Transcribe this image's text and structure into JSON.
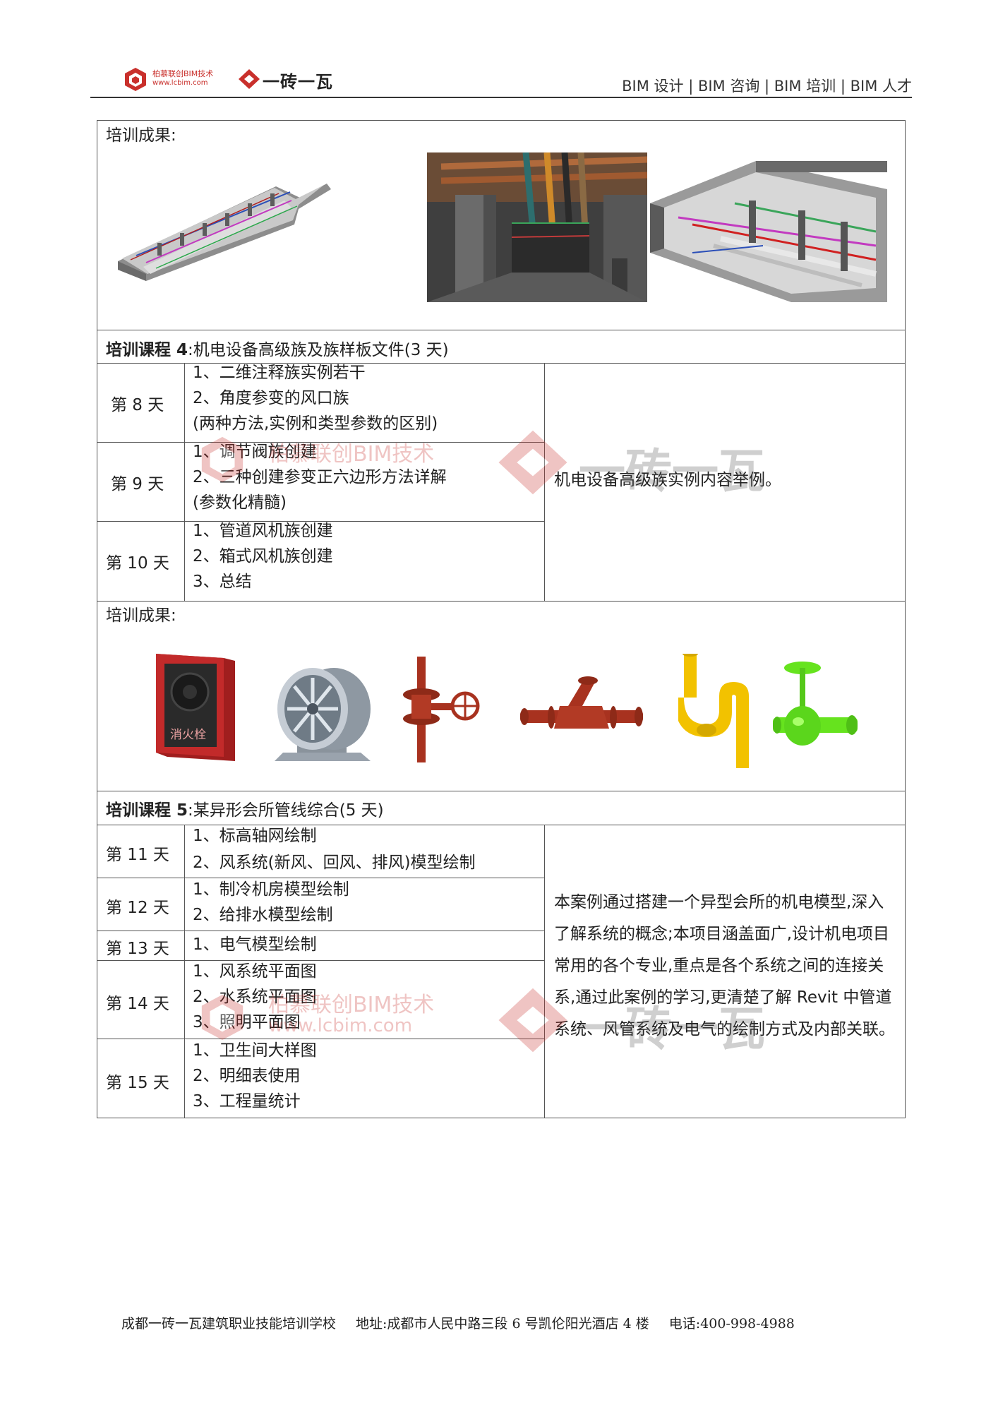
{
  "header": {
    "logo1_name": "柏慕联创BIM技术",
    "logo1_url": "www.lcbim.com",
    "logo2_name": "一砖一瓦",
    "tagline": "BIM 设计 | BIM 咨询 | BIM 培训 | BIM 人才"
  },
  "section1": {
    "results_label": "培训成果:"
  },
  "course4": {
    "label": "培训课程 4",
    "title": ":机电设备高级族及族样板文件(3 天)",
    "days": [
      {
        "day": "第 8 天",
        "items": [
          "1、二维注释族实例若干",
          "2、角度参变的风口族",
          "(两种方法,实例和类型参数的区别)"
        ]
      },
      {
        "day": "第 9 天",
        "items": [
          "1、调节阀族创建",
          "2、三种创建参变正六边形方法详解",
          "(参数化精髓)"
        ]
      },
      {
        "day": "第 10 天",
        "items": [
          "1、管道风机族创建",
          "2、箱式风机族创建",
          "3、总结"
        ]
      }
    ],
    "description": "机电设备高级族实例内容举例。",
    "results_label": "培训成果:",
    "hydrant_text": "消火栓"
  },
  "course5": {
    "label": "培训课程 5",
    "title": ":某异形会所管线综合(5 天)",
    "days": [
      {
        "day": "第 11 天",
        "items": [
          "1、标高轴网绘制",
          "2、风系统(新风、回风、排风)模型绘制"
        ]
      },
      {
        "day": "第 12 天",
        "items": [
          "1、制冷机房模型绘制",
          "2、给排水模型绘制"
        ]
      },
      {
        "day": "第 13 天",
        "items": [
          "1、电气模型绘制"
        ]
      },
      {
        "day": "第 14 天",
        "items": [
          "1、风系统平面图",
          "2、水系统平面图",
          "3、照明平面图"
        ]
      },
      {
        "day": "第 15 天",
        "items": [
          "1、卫生间大样图",
          "2、明细表使用",
          "3、工程量统计"
        ]
      }
    ],
    "description": "本案例通过搭建一个异型会所的机电模型,深入了解系统的概念;本项目涵盖面广,设计机电项目常用的各个专业,重点是各个系统之间的连接关系,通过此案例的学习,更清楚了解 Revit 中管道系统、风管系统及电气的绘制方式及内部关联。"
  },
  "watermark": {
    "text1": "柏慕联创BIM技术",
    "url": "www.lcbim.com",
    "text2": "一砖一瓦"
  },
  "footer": {
    "school": "成都一砖一瓦建筑职业技能培训学校",
    "address": "地址:成都市人民中路三段 6 号凯伦阳光酒店 4 楼",
    "phone": "电话:400-998-4988"
  },
  "colors": {
    "brand_red": "#c9302c",
    "pipe_red": "#a8321f",
    "pipe_yellow": "#f2c200",
    "pipe_green": "#66e31e"
  }
}
